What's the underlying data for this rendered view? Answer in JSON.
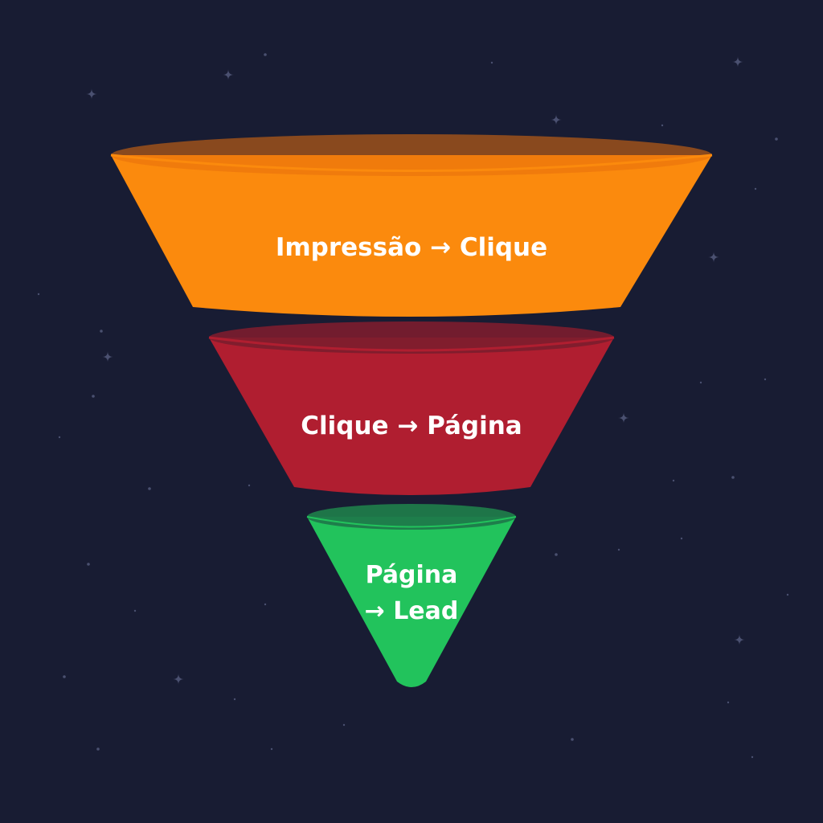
{
  "funnel": {
    "stages": [
      {
        "label": "Impressão → Clique",
        "color": "#fb8a0d",
        "rim": "#e8700c"
      },
      {
        "label": "Clique → Página",
        "color": "#b01e30",
        "rim": "#7c1d2d"
      },
      {
        "lines": [
          "Página",
          "→ Lead"
        ],
        "color": "#22c35c",
        "rim": "#1f7a4a"
      }
    ]
  },
  "colors": {
    "background": "#181c33",
    "star": "#4a5070"
  }
}
